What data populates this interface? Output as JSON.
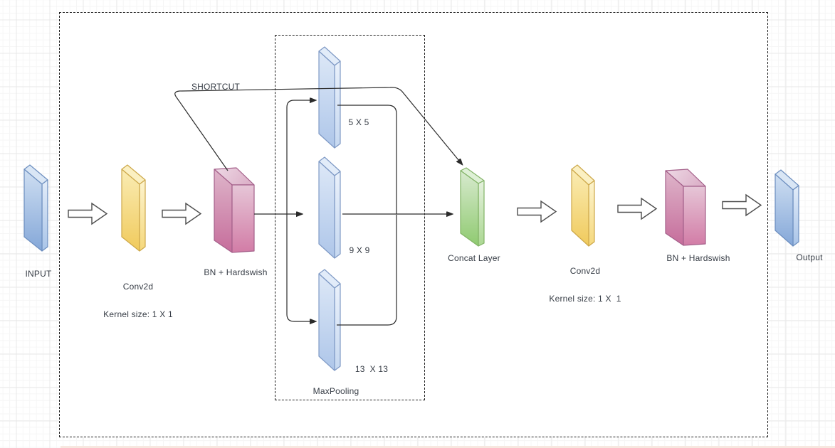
{
  "labels": {
    "input": "INPUT",
    "conv1_line1": "Conv2d",
    "conv1_line2": "Kernel size: 1 X 1",
    "bn1": "BN + Hardswish",
    "shortcut": "SHORTCUT",
    "pool_5": "5 X 5",
    "pool_9": "9 X 9",
    "pool_13": "13  X 13",
    "maxpool_group": "MaxPooling",
    "concat": "Concat Layer",
    "conv2_line1": "Conv2d",
    "conv2_line2": "Kernel size: 1 X  1",
    "bn2": "BN + Hardswish",
    "output": "Output"
  },
  "colors": {
    "line": "#2b2b2b",
    "dashed_border": "#1f1f1f",
    "label_text": "#363c45",
    "grid_major": "#e9e9e9",
    "grid_minor": "#f6f6f6",
    "fat_arrow_stroke": "#4d4d4d",
    "fat_arrow_fill": "#ffffff",
    "blue_stroke": "#6c8ebf",
    "blue_front_top": "#cfdff2",
    "blue_front_bottom": "#84a7d8",
    "blue_side_top": "#e3edf9",
    "blue_side_bottom": "#a9c4e8",
    "blue_top_face": "#d9e6f5",
    "mp_stroke": "#7e99c5",
    "mp_front_top": "#dde8f7",
    "mp_front_bottom": "#aec6e9",
    "mp_side_top": "#eaf1fb",
    "mp_side_bottom": "#c6d8f0",
    "mp_top_face": "#e2ecf9",
    "yellow_stroke": "#cda84a",
    "yellow_front_top": "#faecb4",
    "yellow_front_bottom": "#f0ca5c",
    "yellow_side_top": "#fdf4cf",
    "yellow_side_bottom": "#f5d87c",
    "yellow_top_face": "#fbf0c2",
    "green_stroke": "#82b366",
    "green_front_top": "#d8eacf",
    "green_front_bottom": "#8fca70",
    "green_side_top": "#e5f1de",
    "green_side_bottom": "#abd792",
    "green_top_face": "#def0d6",
    "pink_stroke": "#a4608a",
    "pink_top_light": "#eed9e5",
    "pink_top_dark": "#ddb3ca",
    "pink_left_top": "#deb5ca",
    "pink_left_bottom": "#c66d9b",
    "pink_front_top": "#e6c6d7",
    "pink_front_bottom": "#d27ca6",
    "page_edge_strip": "#f7e7df"
  }
}
